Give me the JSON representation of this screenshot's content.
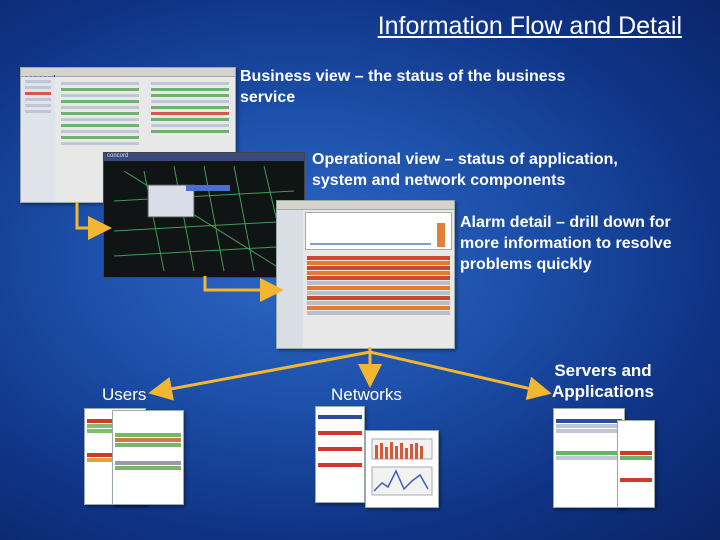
{
  "page": {
    "title": "Information Flow and Detail"
  },
  "captions": {
    "business_view": "Business view – the status of the business service",
    "operational_view": "Operational view – status of application, system and network components",
    "alarm_detail": "Alarm detail – drill down for more information to resolve problems quickly"
  },
  "targets": {
    "users": "Users",
    "networks": "Networks",
    "servers": "Servers and Applications"
  },
  "colors": {
    "background": "#1c4fa8",
    "arrow": "#f2b630",
    "text": "#ffffff"
  }
}
